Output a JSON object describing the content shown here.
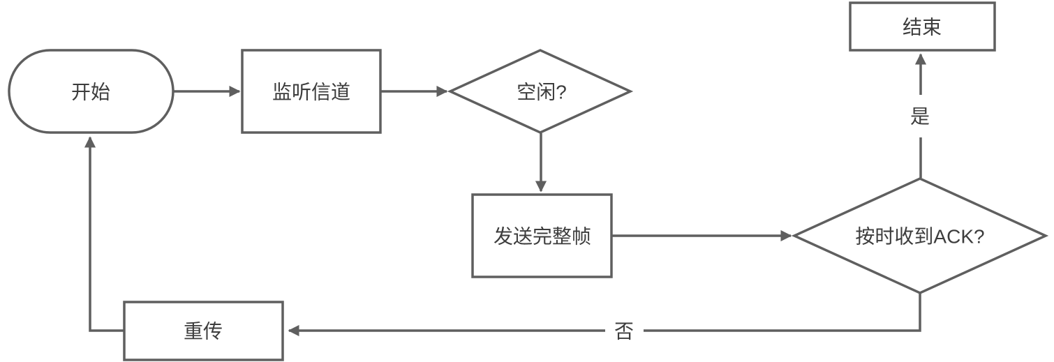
{
  "colors": {
    "background": "#ffffff",
    "shape_border": "#5f5f5f",
    "arrow": "#5f5f5f",
    "text": "#3d3d3d"
  },
  "diagram": {
    "type": "flowchart",
    "nodes": [
      {
        "id": "start",
        "shape": "stadium",
        "label": "开始"
      },
      {
        "id": "listen-channel",
        "shape": "rectangle",
        "label": "监听信道"
      },
      {
        "id": "idle-decision",
        "shape": "diamond",
        "label": "空闲?"
      },
      {
        "id": "send-full-frame",
        "shape": "rectangle",
        "label": "发送完整帧"
      },
      {
        "id": "ack-decision",
        "shape": "diamond",
        "label": "按时收到ACK?"
      },
      {
        "id": "end",
        "shape": "rectangle",
        "label": "结束"
      },
      {
        "id": "retransmit",
        "shape": "rectangle",
        "label": "重传"
      }
    ],
    "edges": [
      {
        "from": "start",
        "to": "listen-channel",
        "label": ""
      },
      {
        "from": "listen-channel",
        "to": "idle-decision",
        "label": ""
      },
      {
        "from": "idle-decision",
        "to": "send-full-frame",
        "label": ""
      },
      {
        "from": "send-full-frame",
        "to": "ack-decision",
        "label": ""
      },
      {
        "from": "ack-decision",
        "to": "end",
        "label": "是"
      },
      {
        "from": "ack-decision",
        "to": "retransmit",
        "label": "否"
      },
      {
        "from": "retransmit",
        "to": "start",
        "label": ""
      }
    ]
  }
}
